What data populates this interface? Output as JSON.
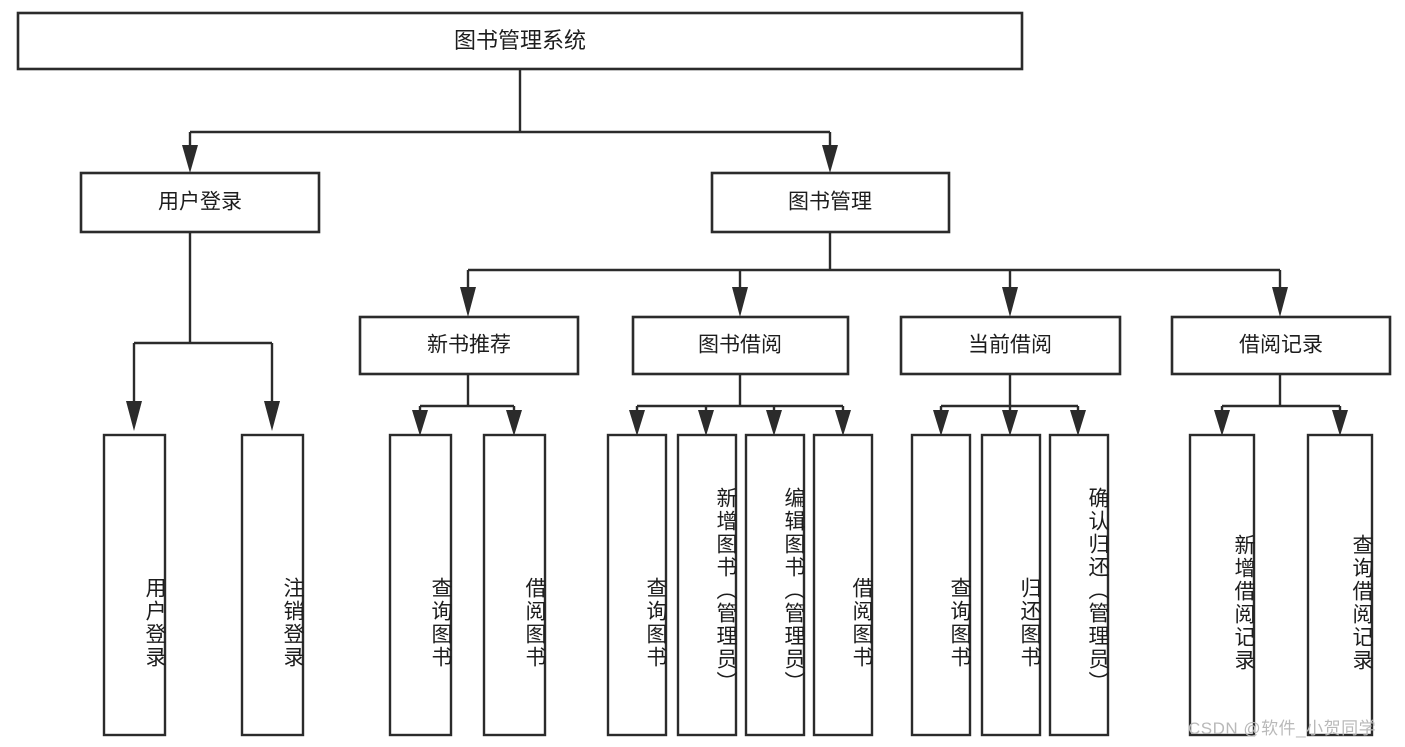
{
  "diagram": {
    "type": "tree-hierarchy",
    "title_node": {
      "label": "图书管理系统"
    },
    "level2": [
      {
        "label": "用户登录"
      },
      {
        "label": "图书管理"
      }
    ],
    "level3": [
      {
        "label": "新书推荐"
      },
      {
        "label": "图书借阅"
      },
      {
        "label": "当前借阅"
      },
      {
        "label": "借阅记录"
      }
    ],
    "leaves": {
      "user_login": [
        {
          "label": "用户登录"
        },
        {
          "label": "注销登录"
        }
      ],
      "new_book_recommend": [
        {
          "label": "查询图书"
        },
        {
          "label": "借阅图书"
        }
      ],
      "book_borrow": [
        {
          "label": "查询图书"
        },
        {
          "label": "新增图书（管理员）"
        },
        {
          "label": "编辑图书（管理员）"
        },
        {
          "label": "借阅图书"
        }
      ],
      "current_borrow": [
        {
          "label": "查询图书"
        },
        {
          "label": "归还图书"
        },
        {
          "label": "确认归还（管理员）"
        }
      ],
      "borrow_record": [
        {
          "label": "新增借阅记录"
        },
        {
          "label": "查询借阅记录"
        }
      ]
    }
  },
  "watermark": {
    "text": "CSDN @软件_小贺同学"
  },
  "colors": {
    "stroke": "#2b2b2b",
    "box_fill": "#ffffff",
    "text": "#1d1d1d",
    "watermark": "#b9b9b9",
    "background": "#ffffff"
  }
}
